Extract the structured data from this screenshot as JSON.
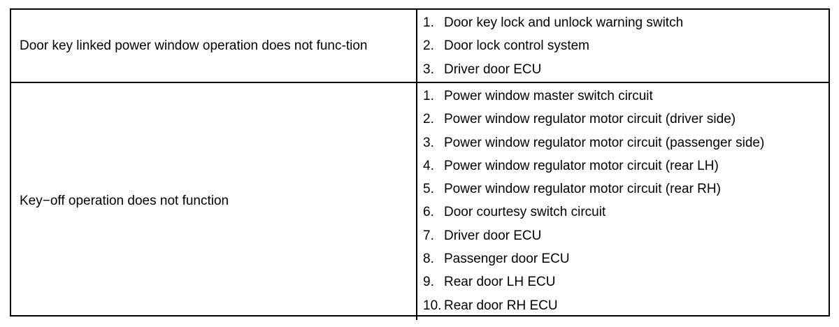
{
  "rows": [
    {
      "symptom": "Door key linked power window operation does not func-tion",
      "parts": [
        {
          "num": "1.",
          "text": "Door key lock and unlock warning switch"
        },
        {
          "num": "2.",
          "text": "Door lock control system"
        },
        {
          "num": "3.",
          "text": "Driver door ECU"
        }
      ]
    },
    {
      "symptom": "Key−off operation does not function",
      "parts": [
        {
          "num": "1.",
          "text": "Power window master switch circuit"
        },
        {
          "num": "2.",
          "text": "Power window regulator motor circuit (driver side)"
        },
        {
          "num": "3.",
          "text": "Power window regulator motor circuit (passenger side)"
        },
        {
          "num": "4.",
          "text": "Power window regulator motor circuit (rear LH)"
        },
        {
          "num": "5.",
          "text": "Power window regulator motor circuit (rear RH)"
        },
        {
          "num": "6.",
          "text": "Door courtesy switch circuit"
        },
        {
          "num": "7.",
          "text": "Driver door ECU"
        },
        {
          "num": "8.",
          "text": "Passenger door ECU"
        },
        {
          "num": "9.",
          "text": "Rear door LH ECU"
        },
        {
          "num": "10.",
          "text": "Rear door RH ECU"
        }
      ]
    }
  ]
}
